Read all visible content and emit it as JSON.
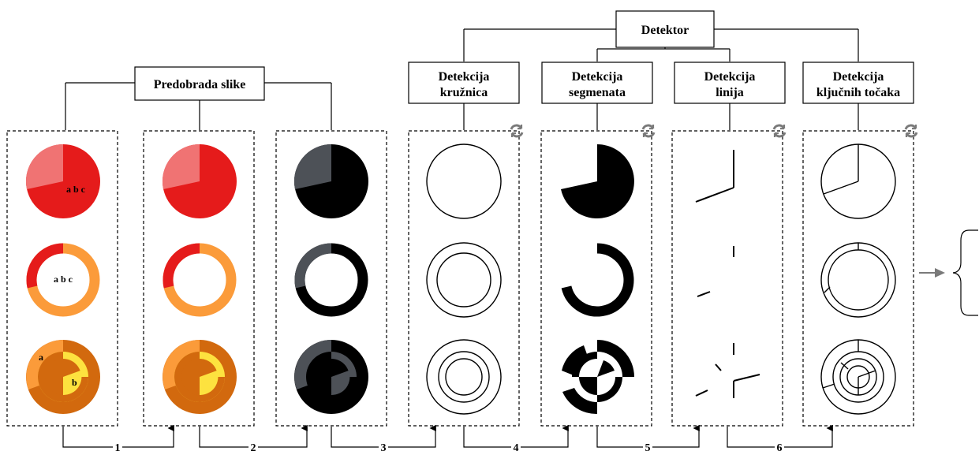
{
  "header": {
    "detector": "Detektor",
    "preprocessing": "Predobrada slike"
  },
  "detectors": [
    {
      "line1": "Detekcija",
      "line2": "kružnica"
    },
    {
      "line1": "Detekcija",
      "line2": "segmenata"
    },
    {
      "line1": "Detekcija",
      "line2": "linija"
    },
    {
      "line1": "Detekcija",
      "line2": "ključnih točaka"
    }
  ],
  "inline_labels": {
    "pie_text": "a b c",
    "ring_text": "a b c",
    "label_a": "a",
    "label_b": "b"
  },
  "steps": [
    "1",
    "2",
    "3",
    "4",
    "5",
    "6"
  ],
  "colors": {
    "red": "#e51b1b",
    "light_red": "#f07373",
    "orange": "#fb9b3a",
    "dark_orange": "#d2690e",
    "yellow": "#fde23f",
    "dark_gray": "#4d5157",
    "black": "#000000",
    "refresh": "#7a7a7a"
  },
  "icons": [
    "refresh-icon",
    "arrow-right-icon",
    "left-brace"
  ]
}
